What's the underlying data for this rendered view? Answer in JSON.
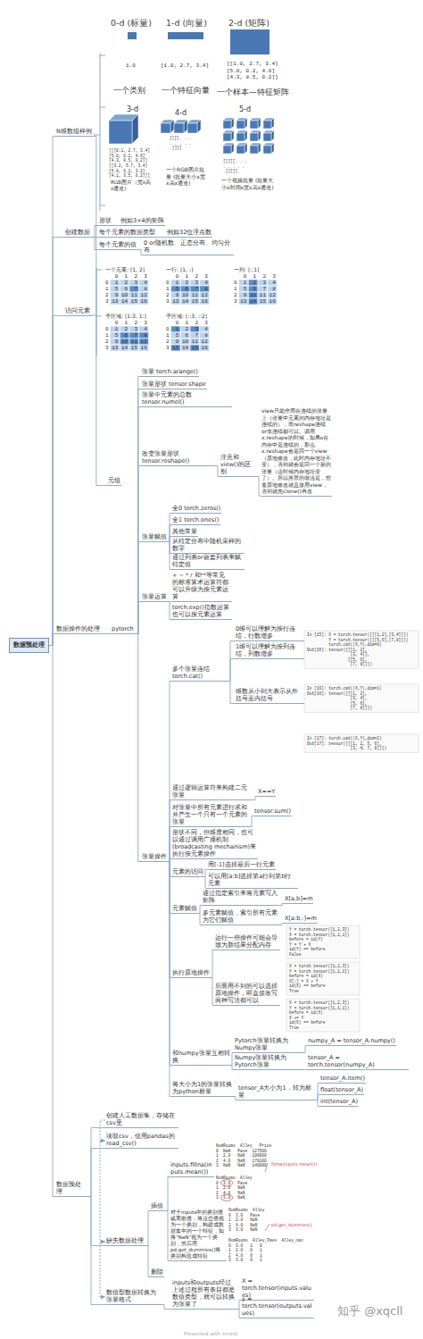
{
  "diagram": {
    "nodes": [
      {
        "text": [
          "数据预处理"
        ]
      },
      {
        "text": [
          "N维数组样例"
        ]
      },
      {
        "text": [
          "元组"
        ]
      },
      {
        "text": [
          "创建数据"
        ]
      },
      {
        "text": [
          "形状"
        ]
      },
      {
        "text": [
          "例如3×4的矩阵"
        ]
      },
      {
        "text": [
          "每个元素的数据类型"
        ]
      },
      {
        "text": [
          "例如32位浮点数"
        ]
      },
      {
        "text": [
          "每个元素的值"
        ]
      },
      {
        "text": [
          "0 or随机数、正态分布、均匀分布"
        ]
      },
      {
        "text": [
          "访问元素"
        ]
      },
      {
        "text": [
          "数据操作的处理"
        ]
      },
      {
        "text": [
          "pytorch"
        ]
      },
      {
        "text": [
          "张量 torch.arange()"
        ]
      },
      {
        "text": [
          "张量形状 tensor.shape"
        ]
      },
      {
        "text": [
          "张量中元素的总数 tensor.numel()"
        ]
      },
      {
        "text": [
          "改变张量形状 tensor.reshape()"
        ]
      },
      {
        "text": [
          "注意和view()的区别"
        ]
      },
      {
        "text": [
          "view只能作用在连续的张量上（张量中元素的内存地址是连续的），而reshape连续or非连续都可以。调用x.reshape的时候，如果x在内存中是连续的，那么x.reshape会返回一个view（原地修改，此时内存地址不变），否则就会返回一个新的张量（这时候内存地址变了）。所以推荐的做法是，想要原地修改就直接用view，否则就先clone()再改"
        ]
      },
      {
        "text": [
          "张量赋值"
        ]
      },
      {
        "text": [
          "全0 torch.zeros()"
        ]
      },
      {
        "text": [
          "全1 torch.ones()"
        ]
      },
      {
        "text": [
          "其他常量"
        ]
      },
      {
        "text": [
          "从特定分布中随机采样的数字"
        ]
      },
      {
        "text": [
          "通过列表or嵌套列表来赋特定值"
        ]
      },
      {
        "text": [
          "张量运算"
        ]
      },
      {
        "text": [
          "+ − * / 和**等常见的标准算术运算符都可以升级为按元素运算"
        ]
      },
      {
        "text": [
          "torch.exp()指数运算也可以按元素运算"
        ]
      },
      {
        "text": [
          "张量操作"
        ]
      },
      {
        "text": [
          "多个张量连结 torch.cat()"
        ]
      },
      {
        "text": [
          "0维可以理解为按行连结，行数增多"
        ]
      },
      {
        "text": [
          "1维可以理解为按列连结，列数增多"
        ]
      },
      {
        "text": [
          "维数从小到大表示从外括号至内括号"
        ]
      },
      {
        "text": [
          "通过逻辑运算符来构建二元张量"
        ]
      },
      {
        "text": [
          "X==Y"
        ]
      },
      {
        "text": [
          "对张量中所有元素进行求和并产生一个只有一个元素的张量"
        ]
      },
      {
        "text": [
          "tensor.sum()"
        ]
      },
      {
        "text": [
          "形状不同，但维度相同，也可以通过调用广播机制(broadcasting mechanism)来执行按元素操作"
        ]
      },
      {
        "text": [
          "元素的访问"
        ]
      },
      {
        "text": [
          "用[-1]选择最后一行元素"
        ]
      },
      {
        "text": [
          "可以用[a:b]选择第a行到第b行元素"
        ]
      },
      {
        "text": [
          "元素赋值"
        ]
      },
      {
        "text": [
          "通过指定索引来将元素写入矩阵"
        ]
      },
      {
        "text": [
          "X[a,b]=m"
        ]
      },
      {
        "text": [
          "多元素赋值，索引所有元素为它们赋值"
        ]
      },
      {
        "text": [
          "X[a:b,:]=m"
        ]
      },
      {
        "text": [
          "执行原地操作"
        ]
      },
      {
        "text": [
          "运行一些操作可能会导致为新结果分配内存"
        ]
      },
      {
        "text": [
          "后面用不到的可以选择原地操作，即直接改写两种写法都可以"
        ]
      },
      {
        "text": [
          "和numpy张量互相转换"
        ]
      },
      {
        "text": [
          "Pytorch张量转换为Numpy张量"
        ]
      },
      {
        "text": [
          "numpy_A = tensor_A.numpy()"
        ]
      },
      {
        "text": [
          "Numpy张量转换为Pytorch张量"
        ]
      },
      {
        "text": [
          "tensor_A = torch.tensor(numpy_A)"
        ]
      },
      {
        "text": [
          "将大小为1的张量转换为python标量"
        ]
      },
      {
        "text": [
          "tensor_A大小为1，转为标量"
        ]
      },
      {
        "text": [
          "tensor_A.item()"
        ]
      },
      {
        "text": [
          "float(tensor_A)"
        ]
      },
      {
        "text": [
          "int(tensor_A)"
        ]
      },
      {
        "text": [
          "数据预处理"
        ]
      },
      {
        "text": [
          "创建人工数据集，存储在csv里"
        ]
      },
      {
        "text": [
          "读取csv，使用pandas的read_csv()"
        ]
      },
      {
        "text": [
          "缺失数据处理"
        ]
      },
      {
        "text": [
          "插值"
        ]
      },
      {
        "text": [
          "inputs.fillna(inputs.mean())"
        ]
      },
      {
        "text": [
          "对于inputs中的类别值或离散值，将这些值视为一个类别，构建成数据集中的一个特征，如将“NaN”视为一个类别，然后用pd.get_dummies()将类别构造成特征"
        ]
      },
      {
        "text": [
          "删除"
        ]
      },
      {
        "text": [
          "数值型数据转换为张量格式"
        ]
      },
      {
        "text": [
          "inputs和outputs经过上述过程所有条目都是数值类型，就可以转换为张量了"
        ]
      },
      {
        "text": [
          "X = torch.tensor(inputs.values)"
        ]
      },
      {
        "text": [
          "y = torch.tensor(outputs.values)"
        ]
      }
    ],
    "edges": [
      {
        "from": 0,
        "to": 1,
        "arrow": "none"
      },
      {
        "from": 0,
        "to": 3,
        "arrow": "none"
      },
      {
        "from": 0,
        "to": 10,
        "arrow": "none"
      },
      {
        "from": 0,
        "to": 11,
        "arrow": "none"
      },
      {
        "from": 0,
        "to": 59,
        "arrow": "none"
      },
      {
        "from": 1,
        "to": 2,
        "arrow": "none"
      },
      {
        "from": 3,
        "to": 4,
        "arrow": "none"
      },
      {
        "from": 3,
        "to": 6,
        "arrow": "none"
      },
      {
        "from": 3,
        "to": 8,
        "arrow": "none"
      },
      {
        "from": 4,
        "to": 5,
        "arrow": "none"
      },
      {
        "from": 6,
        "to": 7,
        "arrow": "none"
      },
      {
        "from": 8,
        "to": 9,
        "arrow": "none"
      },
      {
        "from": 11,
        "to": 12,
        "arrow": "none"
      },
      {
        "from": 12,
        "to": 13,
        "arrow": "none"
      },
      {
        "from": 12,
        "to": 14,
        "arrow": "none"
      },
      {
        "from": 12,
        "to": 15,
        "arrow": "none"
      },
      {
        "from": 12,
        "to": 16,
        "arrow": "none"
      },
      {
        "from": 12,
        "to": 19,
        "arrow": "none"
      },
      {
        "from": 12,
        "to": 25,
        "arrow": "none"
      },
      {
        "from": 12,
        "to": 28,
        "arrow": "none"
      },
      {
        "from": 16,
        "to": 17,
        "arrow": "none"
      },
      {
        "from": 17,
        "to": 18,
        "arrow": "none"
      },
      {
        "from": 19,
        "to": 20,
        "arrow": "none"
      },
      {
        "from": 19,
        "to": 21,
        "arrow": "none"
      },
      {
        "from": 19,
        "to": 22,
        "arrow": "none"
      },
      {
        "from": 19,
        "to": 23,
        "arrow": "none"
      },
      {
        "from": 19,
        "to": 24,
        "arrow": "none"
      },
      {
        "from": 25,
        "to": 26,
        "arrow": "none"
      },
      {
        "from": 25,
        "to": 27,
        "arrow": "none"
      },
      {
        "from": 28,
        "to": 29,
        "arrow": "none"
      },
      {
        "from": 28,
        "to": 33,
        "arrow": "none"
      },
      {
        "from": 28,
        "to": 35,
        "arrow": "none"
      },
      {
        "from": 28,
        "to": 37,
        "arrow": "none"
      },
      {
        "from": 28,
        "to": 38,
        "arrow": "none"
      },
      {
        "from": 28,
        "to": 41,
        "arrow": "none"
      },
      {
        "from": 28,
        "to": 46,
        "arrow": "none"
      },
      {
        "from": 28,
        "to": 49,
        "arrow": "none"
      },
      {
        "from": 28,
        "to": 54,
        "arrow": "none"
      },
      {
        "from": 29,
        "to": 30,
        "arrow": "none"
      },
      {
        "from": 29,
        "to": 31,
        "arrow": "none"
      },
      {
        "from": 29,
        "to": 32,
        "arrow": "none"
      },
      {
        "from": 33,
        "to": 34,
        "arrow": "none"
      },
      {
        "from": 35,
        "to": 36,
        "arrow": "none"
      },
      {
        "from": 38,
        "to": 39,
        "arrow": "none"
      },
      {
        "from": 38,
        "to": 40,
        "arrow": "none"
      },
      {
        "from": 41,
        "to": 42,
        "arrow": "none"
      },
      {
        "from": 41,
        "to": 44,
        "arrow": "none"
      },
      {
        "from": 42,
        "to": 43,
        "arrow": "none"
      },
      {
        "from": 44,
        "to": 45,
        "arrow": "none"
      },
      {
        "from": 46,
        "to": 47,
        "arrow": "none"
      },
      {
        "from": 46,
        "to": 48,
        "arrow": "none"
      },
      {
        "from": 49,
        "to": 50,
        "arrow": "none"
      },
      {
        "from": 49,
        "to": 52,
        "arrow": "none"
      },
      {
        "from": 50,
        "to": 51,
        "arrow": "none"
      },
      {
        "from": 52,
        "to": 53,
        "arrow": "none"
      },
      {
        "from": 54,
        "to": 55,
        "arrow": "none"
      },
      {
        "from": 55,
        "to": 56,
        "arrow": "none"
      },
      {
        "from": 55,
        "to": 57,
        "arrow": "none"
      },
      {
        "from": 55,
        "to": 58,
        "arrow": "none"
      },
      {
        "from": 59,
        "to": 60,
        "arrow": "none"
      },
      {
        "from": 59,
        "to": 61,
        "arrow": "none"
      },
      {
        "from": 59,
        "to": 62,
        "arrow": "none"
      },
      {
        "from": 59,
        "to": 67,
        "arrow": "none"
      },
      {
        "from": 62,
        "to": 63,
        "arrow": "none"
      },
      {
        "from": 62,
        "to": 66,
        "arrow": "none"
      },
      {
        "from": 63,
        "to": 64,
        "arrow": "none"
      },
      {
        "from": 63,
        "to": 65,
        "arrow": "none"
      },
      {
        "from": 67,
        "to": 68,
        "arrow": "none"
      },
      {
        "from": 68,
        "to": 69,
        "arrow": "none"
      },
      {
        "from": 68,
        "to": 70,
        "arrow": "none"
      },
      {
        "from": 60,
        "to": 61,
        "arrow": "to"
      },
      {
        "from": 61,
        "to": 62,
        "arrow": "to"
      },
      {
        "from": 62,
        "to": 67,
        "arrow": "to"
      }
    ],
    "labels": [
      "0-d (标量)",
      "1-d (向量)",
      "2-d (矩阵)",
      "1.0",
      "[1.0, 2.7, 3.4]",
      "[[1.0, 2.7, 3.4] [5.0, 0.2, 4.6] [4.3, 8.5, 0.2]]",
      "一个类别",
      "一个特征向量",
      "一个样本—特征矩阵",
      "3-d",
      "4-d",
      "5-d",
      "[[[0.1, 2.7, 3.4] [5.0, 0.2, 4.6] [4.3, 8.5, 0.2]] [[3.2, 5.7, 3.4] [5.4, 6.2, 3.2] [4.1, 3.5, 6.2]]]",
      "RGB图片（宽x高x通道)",
      "[[[[. . . . . . . . .]]]]",
      "一个RGB图片批量 (批量大小x宽x高x通道)",
      "[[[[[. . . . . . . . .]]]]]",
      "一个视频批量 (批量大小x时间x宽x高x通道)",
      "一个元素: [1, 2]",
      "0  1  2  3",
      "0  1  2  3  4",
      "1  5  6  7  8",
      "2  9 10 11 12",
      "3 13 14 15 16",
      "一行: [1, :]",
      "0  1  2  3",
      "0  1  2  3  4",
      "1  5  6  7  8",
      "2  9 10 11 12",
      "3 13 14 15 16",
      "一列: [:,1]",
      "0  1  2  3",
      "0  1  2  3  4",
      "1  5  6  7  8",
      "2  9 10 11 12",
      "3 13 14 15 16",
      "子区域: [1:3, 1:]",
      "0  1  2  3",
      "0  1  2  3  4",
      "1  5  6  7  8",
      "2  9 10 11 12",
      "3 13 14 15 16",
      "子区域: [::3, ::2]",
      "0  1  2  3",
      "0  1  2  3  4",
      "1  5  6  7  8",
      "2  9 10 11 12",
      "3 13 14 15 16",
      "In [15]: X = torch.tensor([[[1,2],[3,4]]])",
      "         Y = torch.tensor([[[5,6],[7,8]]])",
      "         torch.cat((X,Y),dim=0)",
      "Out[15]: tensor([[[1, 2],",
      "                  [3, 4]],",
      "                 [[5, 6],",
      "                  [7, 8]]])",
      "In [16]: torch.cat((X,Y),dim=1)",
      "Out[16]: tensor([[[1, 2],",
      "                  [3, 4],",
      "                  [5, 6],",
      "                  [7, 8]]])",
      "In [17]: torch.cat((X,Y),dim=2)",
      "Out[17]: tensor([[[1, 2, 5, 6],",
      "                  [3, 4, 7, 8]]])",
      "Y = torch.tensor([1,2,3])",
      "X = torch.tensor([1,1,1])",
      "before = id(Y)",
      "Y = Y + X",
      "id(Y) == before",
      "False",
      "X = torch.tensor([1,2,3])",
      "Y = torch.tensor([1,1,1])",
      "before = id(X)",
      "X[:] = X + Y",
      "id(X) == before",
      "True",
      "X = torch.tensor([1,2,3])",
      "Y = torch.tensor([1,1,1])",
      "before = id(X)",
      "X += Y",
      "id(X) == before",
      "True",
      "NumRooms  Alley   Price",
      "0  NaN   Pave  127500",
      "1  2.0   NaN   106000",
      "2  4.0   NaN   178100",
      "3  NaN   NaN   140000",
      "NumRooms  Alley",
      "0  3.0   Pave",
      "1  2.0   NaN",
      "2  4.0   NaN",
      "3  3.0   NaN",
      "fillna(inputs.mean())",
      "NumRooms  Alley",
      "0  3.0   Pave",
      "1  2.0   NaN",
      "2  4.0   NaN",
      "3  3.0   NaN",
      "NumRooms  Alley_Pave  Alley_nan",
      "0  3.0   1   0",
      "1  2.0   0   1",
      "2  4.0   0   1",
      "3  3.0   0   1",
      "pd.get_dummies()",
      "知乎 @xqcll",
      "Presented with xmind"
    ]
  }
}
